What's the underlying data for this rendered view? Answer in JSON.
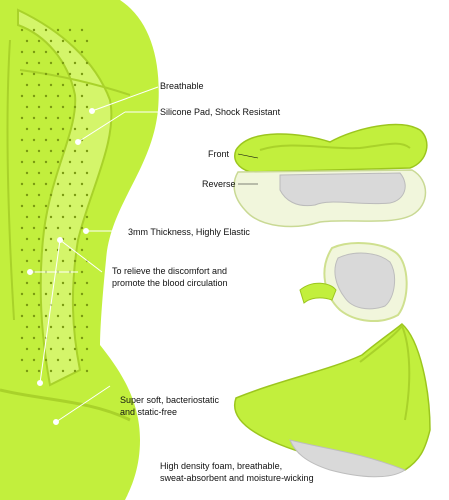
{
  "colors": {
    "foam_green": "#c2ef3d",
    "foam_green_dark": "#9cc61e",
    "foam_green_light": "#d9f77a",
    "fabric_gray": "#d8d8d8",
    "shadow": "#b6cf57",
    "leader_line": "#ffffff",
    "text": "#111111"
  },
  "labels": {
    "breathable": "Breathable",
    "silicone": "Silicone Pad, Shock Resistant",
    "thickness": "3mm Thickness, Highly Elastic",
    "relieve_line1": "To relieve the discomfort and",
    "relieve_line2": "promote the blood circulation",
    "soft_line1": "Super soft, bacteriostatic",
    "soft_line2": "and static-free",
    "foam_line1": "High density foam, breathable,",
    "foam_line2": "sweat-absorbent and moisture-wicking",
    "front": "Front",
    "reverse": "Reverse"
  }
}
